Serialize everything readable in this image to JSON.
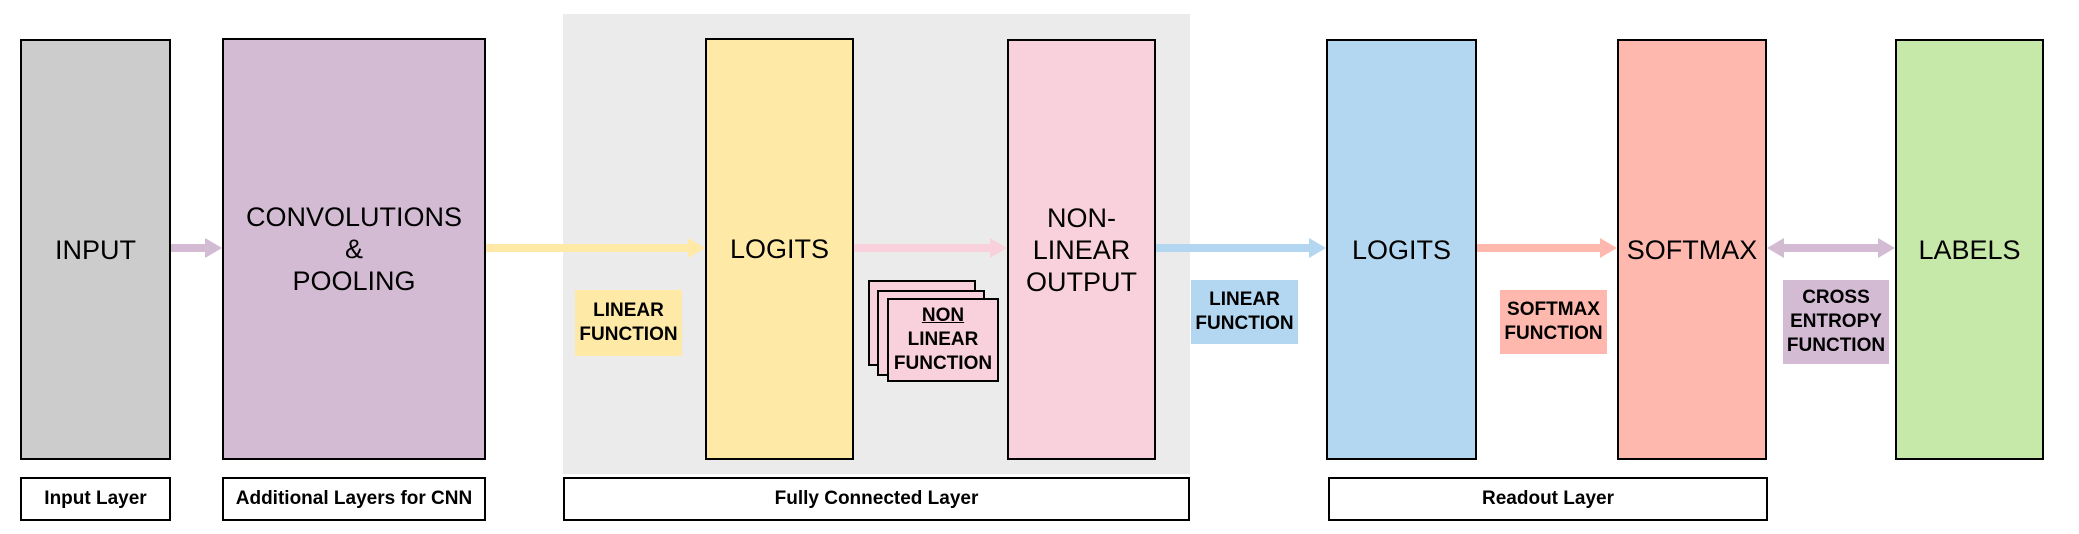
{
  "colors": {
    "input": "#cccccc",
    "conv": "#d2bbd3",
    "logits_fc": "#feeaa6",
    "nonlinear": "#f8d1dd",
    "logits_readout": "#b3d7f0",
    "softmax": "#feb8ad",
    "labels": "#c6e8a8",
    "fc_group_bg": "#ebebeb"
  },
  "blocks": {
    "input": "INPUT",
    "conv": "CONVOLUTIONS\n&\nPOOLING",
    "logits_fc": "LOGITS",
    "nonlinear_output": "NON-\nLINEAR\nOUTPUT",
    "logits_readout": "LOGITS",
    "softmax": "SOFTMAX",
    "labels": "LABELS"
  },
  "functions": {
    "linear_fc": "LINEAR\nFUNCTION",
    "nonlinear_top": "NON",
    "nonlinear_rest": "LINEAR\nFUNCTION",
    "linear_readout": "LINEAR\nFUNCTION",
    "softmax": "SOFTMAX\nFUNCTION",
    "cross_entropy": "CROSS\nENTROPY\nFUNCTION"
  },
  "layer_labels": {
    "input": "Input Layer",
    "additional": "Additional Layers for CNN",
    "fully_connected": "Fully Connected Layer",
    "readout": "Readout Layer"
  }
}
